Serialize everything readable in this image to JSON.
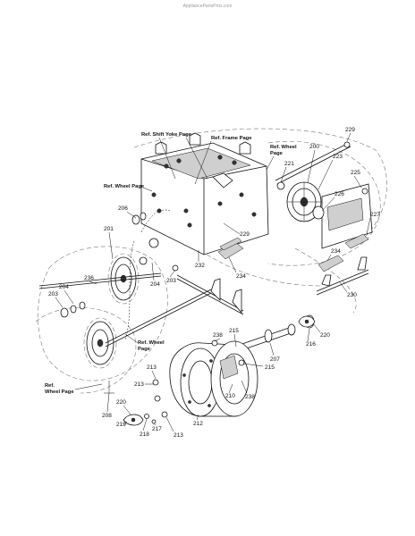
{
  "watermark": "AppliancePartsPros.com",
  "ref_labels": {
    "shift_yoke": "Ref. Shift Yoke Page",
    "frame": "Ref. Frame Page",
    "wheel_top_line1": "Ref. Wheel",
    "wheel_top_line2": "Page",
    "wheel_left": "Ref. Wheel Page",
    "wheel_mid_line1": "Ref. Wheel",
    "wheel_mid_line2": "Page",
    "wheel_low_line1": "Ref.",
    "wheel_low_line2": "Wheel Page"
  },
  "callouts": {
    "c229a": "229",
    "c200": "200",
    "c221": "221",
    "c223": "223",
    "c225": "225",
    "c226": "226",
    "c227": "227",
    "c206": "206",
    "c201": "201",
    "c229b": "229",
    "c232": "232",
    "c203a": "203",
    "c204a": "204",
    "c234a": "234",
    "c234b": "234",
    "c230": "230",
    "c236": "236",
    "c204b": "204",
    "c203b": "203",
    "c238a": "238",
    "c215a": "215",
    "c216": "216",
    "c220a": "220",
    "c207": "207",
    "c215b": "215",
    "c213a": "213",
    "c213b": "213",
    "c210": "210",
    "c238b": "238",
    "c220b": "220",
    "c208": "208",
    "c219": "219",
    "c218": "218",
    "c217": "217",
    "c213c": "213",
    "c212": "212"
  }
}
